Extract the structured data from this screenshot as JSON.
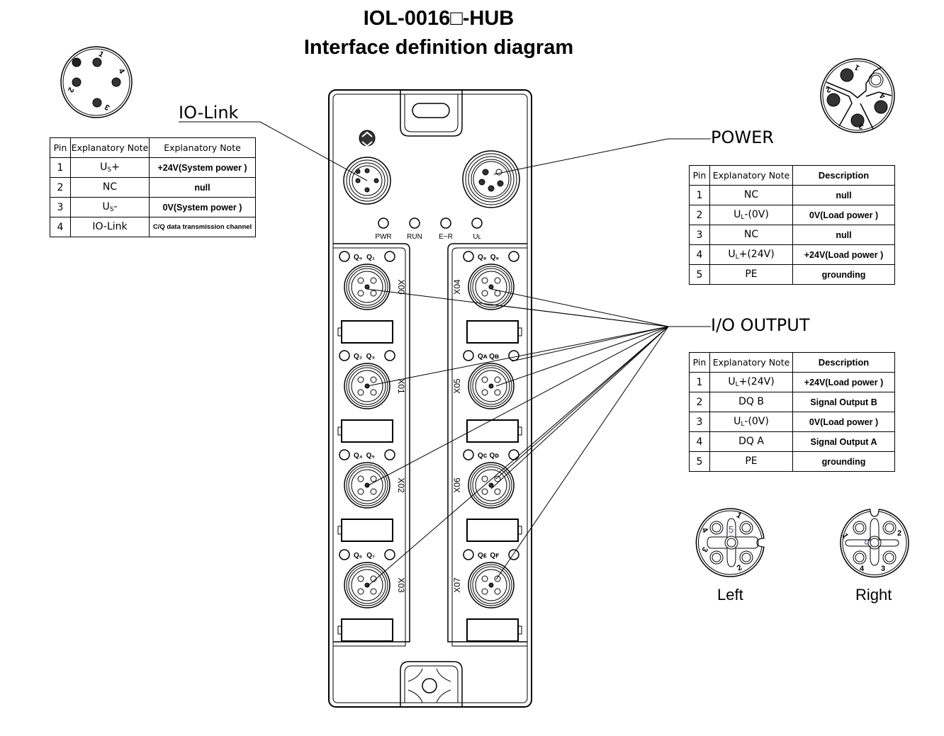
{
  "title": {
    "line1": "IOL-0016□-HUB",
    "line2": "Interface definition diagram"
  },
  "callouts": {
    "iolink": "IO-Link",
    "power": "POWER",
    "io_output": "I/O OUTPUT"
  },
  "iolink_table": {
    "headers": [
      "Pin",
      "Explanatory Note",
      "Explanatory Note"
    ],
    "rows": [
      {
        "pin": "1",
        "note": "U",
        "note_sub": "S",
        "note_suffix": "+",
        "desc": "+24V(System power )"
      },
      {
        "pin": "2",
        "note": "NC",
        "note_sub": "",
        "note_suffix": "",
        "desc": "null"
      },
      {
        "pin": "3",
        "note": "U",
        "note_sub": "S",
        "note_suffix": "-",
        "desc": "0V(System power )"
      },
      {
        "pin": "4",
        "note": "IO-Link",
        "note_sub": "",
        "note_suffix": "",
        "desc": "C/Q data transmission channel"
      }
    ]
  },
  "power_table": {
    "headers": [
      "Pin",
      "Explanatory Note",
      "Description"
    ],
    "rows": [
      {
        "pin": "1",
        "note": "NC",
        "note_sub": "",
        "note_suffix": "",
        "desc": "null"
      },
      {
        "pin": "2",
        "note": "U",
        "note_sub": "L",
        "note_suffix": "-(0V)",
        "desc": "0V(Load power )"
      },
      {
        "pin": "3",
        "note": "NC",
        "note_sub": "",
        "note_suffix": "",
        "desc": "null"
      },
      {
        "pin": "4",
        "note": "U",
        "note_sub": "L",
        "note_suffix": "+(24V)",
        "desc": "+24V(Load power )"
      },
      {
        "pin": "5",
        "note": "PE",
        "note_sub": "",
        "note_suffix": "",
        "desc": "grounding"
      }
    ]
  },
  "io_table": {
    "headers": [
      "Pin",
      "Explanatory Note",
      "Description"
    ],
    "rows": [
      {
        "pin": "1",
        "note": "U",
        "note_sub": "L",
        "note_suffix": "+(24V)",
        "desc": "+24V(Load power )"
      },
      {
        "pin": "2",
        "note": "DQ B",
        "note_sub": "",
        "note_suffix": "",
        "desc": "Signal Output B"
      },
      {
        "pin": "3",
        "note": "U",
        "note_sub": "L",
        "note_suffix": "-(0V)",
        "desc": "0V(Load power )"
      },
      {
        "pin": "4",
        "note": "DQ A",
        "note_sub": "",
        "note_suffix": "",
        "desc": "Signal Output A"
      },
      {
        "pin": "5",
        "note": "PE",
        "note_sub": "",
        "note_suffix": "",
        "desc": "grounding"
      }
    ]
  },
  "connector_labels": {
    "left": "Left",
    "right": "Right",
    "iolink_pins": [
      "1",
      "2",
      "3",
      "4"
    ],
    "power_pins": [
      "1",
      "2",
      "3",
      "4"
    ],
    "left_pins": [
      "1",
      "2",
      "3",
      "4",
      "5"
    ],
    "right_pins": [
      "1",
      "2",
      "3",
      "4",
      "5"
    ]
  },
  "device": {
    "leds": [
      "PWR",
      "RUN",
      "E−R",
      "Uʟ"
    ],
    "ports_left": [
      {
        "name": "X00",
        "q": [
          "Q₀",
          "Q₁"
        ]
      },
      {
        "name": "X01",
        "q": [
          "Q₂",
          "Q₃"
        ]
      },
      {
        "name": "X02",
        "q": [
          "Q₄",
          "Q₅"
        ]
      },
      {
        "name": "X03",
        "q": [
          "Q₆",
          "Q₇"
        ]
      }
    ],
    "ports_right": [
      {
        "name": "X04",
        "q": [
          "Q₈",
          "Q₉"
        ]
      },
      {
        "name": "X05",
        "q": [
          "Qᴀ",
          "Qʙ"
        ]
      },
      {
        "name": "X06",
        "q": [
          "Qᴄ",
          "Qᴅ"
        ]
      },
      {
        "name": "X07",
        "q": [
          "Qᴇ",
          "Qꜰ"
        ]
      }
    ]
  }
}
